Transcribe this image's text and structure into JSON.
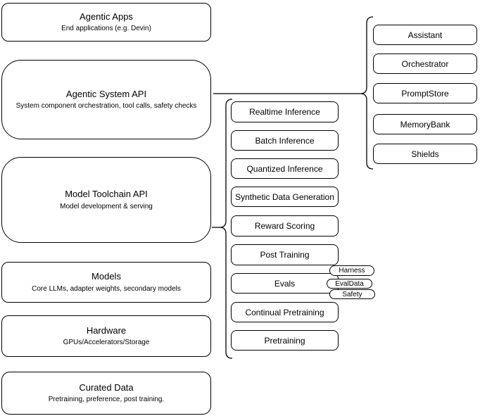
{
  "diagram": {
    "layers": [
      {
        "title": "Agentic Apps",
        "subtitle": "End applications (e.g. Devin)"
      },
      {
        "title": "Agentic System API",
        "subtitle": "System component orchestration, tool calls, safety checks"
      },
      {
        "title": "Model Toolchain API",
        "subtitle": "Model development & serving"
      },
      {
        "title": "Models",
        "subtitle": "Core LLMs, adapter weights, secondary models"
      },
      {
        "title": "Hardware",
        "subtitle": "GPUs/Accelerators/Storage"
      },
      {
        "title": "Curated Data",
        "subtitle": "Pretraining, preference, post training."
      }
    ],
    "toolchain": [
      "Realtime Inference",
      "Batch Inference",
      "Quantized Inference",
      "Synthetic Data Generation",
      "Reward Scoring",
      "Post Training",
      "Evals",
      "Continual Pretraining",
      "Pretraining"
    ],
    "eval_tags": [
      "Harness",
      "EvalData",
      "Safety"
    ],
    "system_components": [
      "Assistant",
      "Orchestrator",
      "PromptStore",
      "MemoryBank",
      "Shields"
    ],
    "colors": {
      "stroke": "#000000",
      "text": "#000000",
      "background": "#ffffff"
    }
  }
}
